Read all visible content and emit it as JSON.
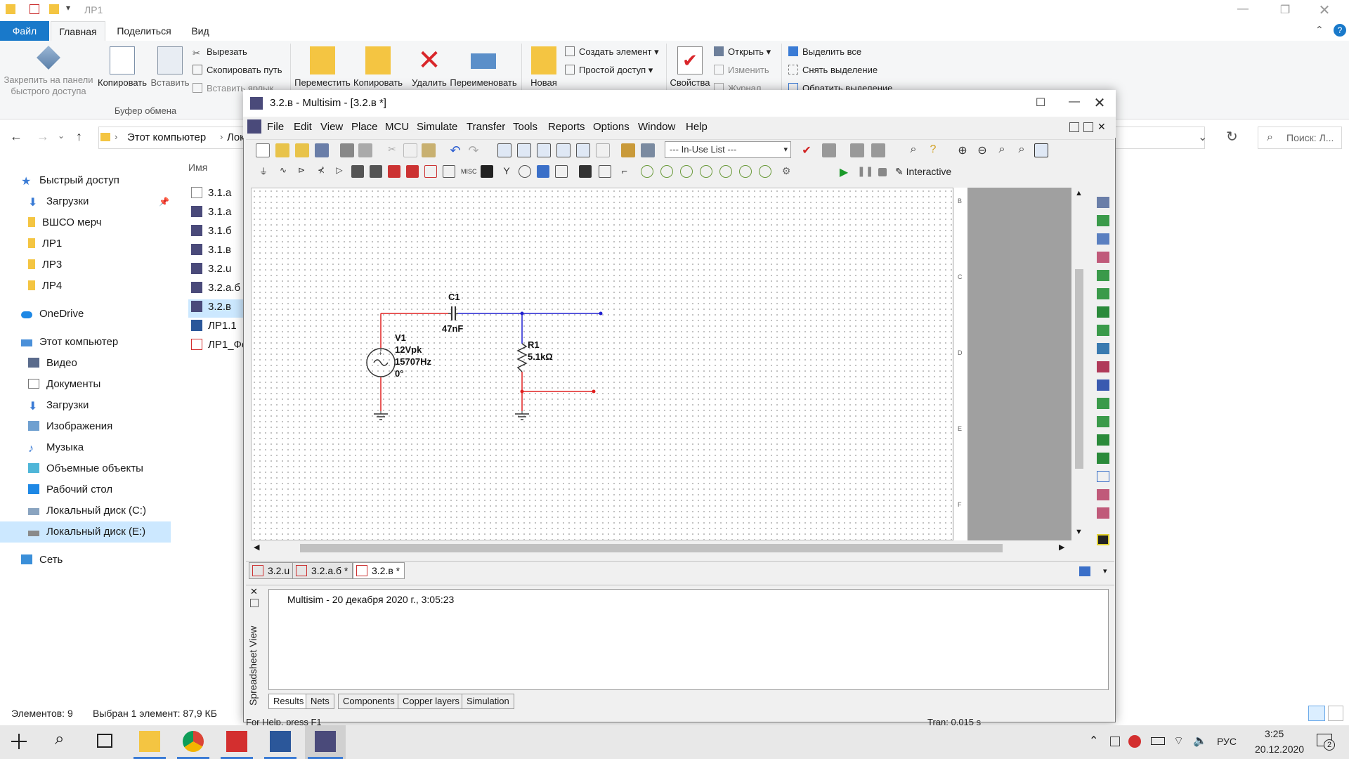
{
  "explorer": {
    "title": "ЛР1",
    "tabs": [
      "Файл",
      "Главная",
      "Поделиться",
      "Вид"
    ],
    "ribbon": {
      "pin_label": "Закрепить на панели быстрого доступа",
      "copy_label": "Копировать",
      "paste_label": "Вставить",
      "cut_label": "Вырезать",
      "copy_path_label": "Скопировать путь",
      "paste_shortcut_label": "Вставить ярлык",
      "clipboard_group": "Буфер обмена",
      "move_label": "Переместить",
      "copy_to_label": "Копировать",
      "delete_label": "Удалить",
      "rename_label": "Переименовать",
      "new_folder_label": "Новая",
      "new_item_label": "Создать элемент",
      "easy_access_label": "Простой доступ",
      "properties_label": "Свойства",
      "open_label": "Открыть",
      "edit_label": "Изменить",
      "history_label": "Журнал",
      "select_all_label": "Выделить все",
      "select_none_label": "Снять выделение",
      "invert_label": "Обратить выделение"
    },
    "address": {
      "path": [
        "Этот компьютер",
        "Лок"
      ],
      "search_placeholder": "Поиск: Л..."
    },
    "nav": {
      "quick_access": "Быстрый доступ",
      "quick_items": [
        "Загрузки",
        "ВШСО мерч",
        "ЛР1",
        "ЛР3",
        "ЛР4"
      ],
      "onedrive": "OneDrive",
      "this_pc": "Этот компьютер",
      "pc_items": [
        "Видео",
        "Документы",
        "Загрузки",
        "Изображения",
        "Музыка",
        "Объемные объекты",
        "Рабочий стол",
        "Локальный диск (C:)",
        "Локальный диск (E:)"
      ],
      "network": "Сеть"
    },
    "files": {
      "column_name": "Имя",
      "items": [
        "3.1.a",
        "3.1.a",
        "3.1.б",
        "3.1.в",
        "3.2.u",
        "3.2.а.б",
        "3.2.в",
        "ЛР1.1",
        "ЛР1_Фе"
      ]
    },
    "status": {
      "count": "Элементов: 9",
      "selected": "Выбран 1 элемент: 87,9 КБ"
    }
  },
  "multisim": {
    "title": "3.2.в - Multisim - [3.2.в *]",
    "menu": [
      "File",
      "Edit",
      "View",
      "Place",
      "MCU",
      "Simulate",
      "Transfer",
      "Tools",
      "Reports",
      "Options",
      "Window",
      "Help"
    ],
    "in_use_list": "--- In-Use List ---",
    "interactive_label": "Interactive",
    "border_letters": [
      "B",
      "C",
      "D",
      "E",
      "F"
    ],
    "circuit": {
      "v1_name": "V1",
      "v1_amp": "12Vpk",
      "v1_freq": "15707Hz",
      "v1_phase": "0°",
      "c1_name": "C1",
      "c1_value": "47nF",
      "r1_name": "R1",
      "r1_value": "5.1kΩ"
    },
    "doc_tabs": [
      "3.2.u",
      "3.2.а.б *",
      "3.2.в *"
    ],
    "spreadsheet": {
      "side_label": "Spreadsheet View",
      "log_entry": "Multisim  -  20 декабря 2020 г., 3:05:23",
      "tabs": [
        "Results",
        "Nets",
        "Components",
        "Copper layers",
        "Simulation"
      ]
    },
    "status": {
      "help": "For Help, press F1",
      "tran": "Tran: 0.015 s"
    }
  },
  "taskbar": {
    "lang": "РУС",
    "time": "3:25",
    "date": "20.12.2020",
    "notifications": "2"
  },
  "colors": {
    "accent": "#1979ca",
    "wire_red": "#e02020",
    "wire_blue": "#2020d0",
    "selection": "#cce8ff"
  }
}
